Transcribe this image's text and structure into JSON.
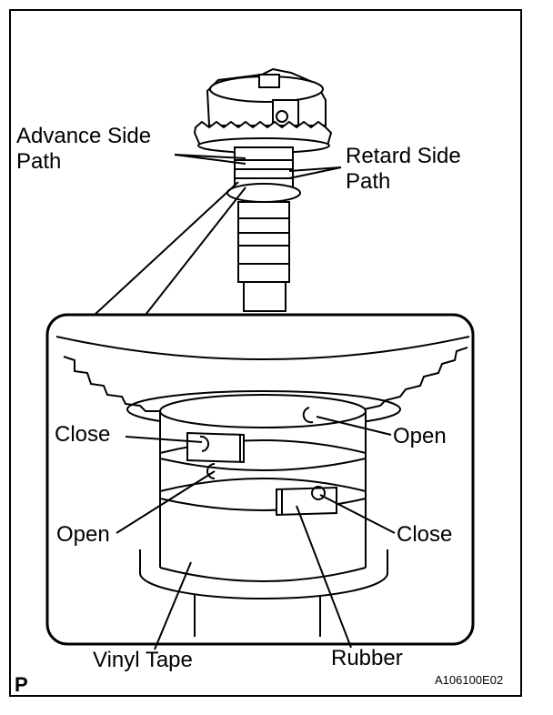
{
  "labels": {
    "advance_side_path_line1": "Advance Side",
    "advance_side_path_line2": "Path",
    "retard_side_path_line1": "Retard Side",
    "retard_side_path_line2": "Path",
    "close_left": "Close",
    "open_right": "Open",
    "open_left": "Open",
    "close_right": "Close",
    "vinyl_tape": "Vinyl Tape",
    "rubber": "Rubber"
  },
  "corner_mark": "P",
  "figure_code": "A106100E02"
}
